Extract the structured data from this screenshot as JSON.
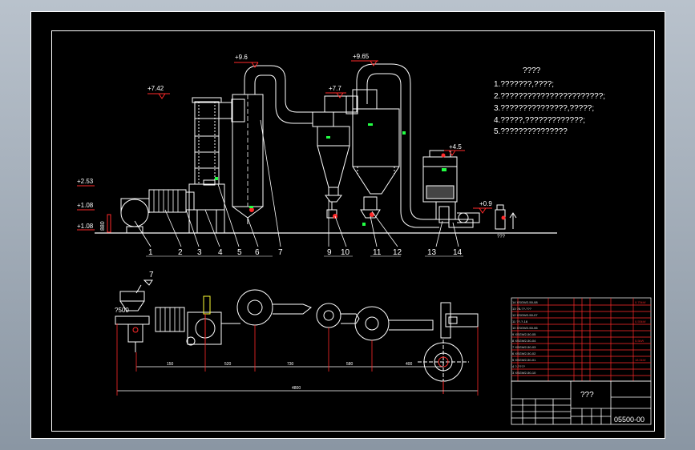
{
  "drawing": {
    "title_block_number": "05500-00",
    "title_block_name": "???",
    "notes_heading": "????",
    "notes": [
      "1.???????,????;",
      "2.???????????????????????;",
      "3.???????????????,?????;",
      "4.?????,?????????????;",
      "5.???????????????"
    ]
  },
  "elevations": {
    "top_stack": "+9.6",
    "top_cyclone": "+9.65",
    "stack": "+7.42",
    "cyclone1": "+7.7",
    "scrubber": "+4.5",
    "left_level": "+2.53",
    "ground_a": "+1.08",
    "ground_b": "+1.08",
    "right_level": "+0.9",
    "dim_880": "880",
    "station": "???"
  },
  "part_labels": [
    "1",
    "2",
    "3",
    "4",
    "5",
    "6",
    "7",
    "9",
    "10",
    "11",
    "12",
    "13",
    "14"
  ],
  "plan_labels": {
    "feeder_no": "7",
    "diameter": "?500",
    "dim1": "150",
    "dim2": "520",
    "dim3": "730",
    "dim4": "580",
    "dim5": "400",
    "total": "4800"
  },
  "colors": {
    "background": "#000000",
    "frame": "#ffffff",
    "red": "#ff2a2a",
    "green": "#22ff44",
    "yellow": "#ffff33"
  }
}
